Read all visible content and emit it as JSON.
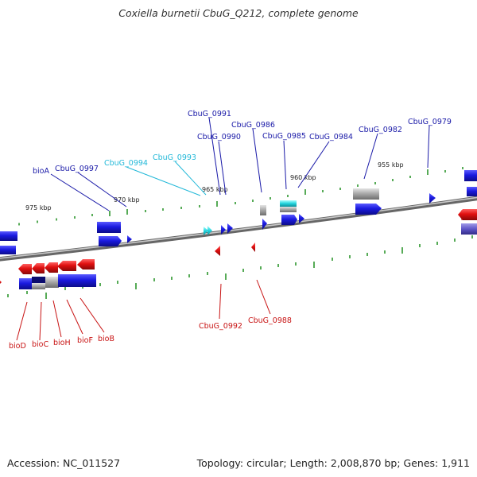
{
  "title": "Coxiella burnetii CbuG_Q212, complete genome",
  "footer": {
    "accession": "Accession: NC_011527",
    "topology": "Topology: circular; Length: 2,008,870 bp; Genes: 1,911"
  },
  "colors": {
    "forward_gene": "#1a1adf",
    "reverse_gene": "#e01010",
    "rna_gene": "#22d3dd",
    "pseudo_gene": "#9b9b9b",
    "tick": "#1f8f1f",
    "backbone": "#777777",
    "forward_label": "#1a1aa8",
    "reverse_label": "#c81414",
    "rna_label": "#22b8d8"
  },
  "scale_labels": [
    "975 kbp",
    "970 kbp",
    "965 kbp",
    "960 kbp",
    "955 kbp"
  ],
  "forward_labels": [
    "bioA",
    "CbuG_0997",
    "CbuG_0994",
    "CbuG_0993",
    "CbuG_0991",
    "CbuG_0990",
    "CbuG_0986",
    "CbuG_0985",
    "CbuG_0984",
    "CbuG_0982",
    "CbuG_0979"
  ],
  "reverse_labels": [
    "bioD",
    "bioC",
    "bioH",
    "bioF",
    "bioB",
    "CbuG_0992",
    "CbuG_0988"
  ]
}
